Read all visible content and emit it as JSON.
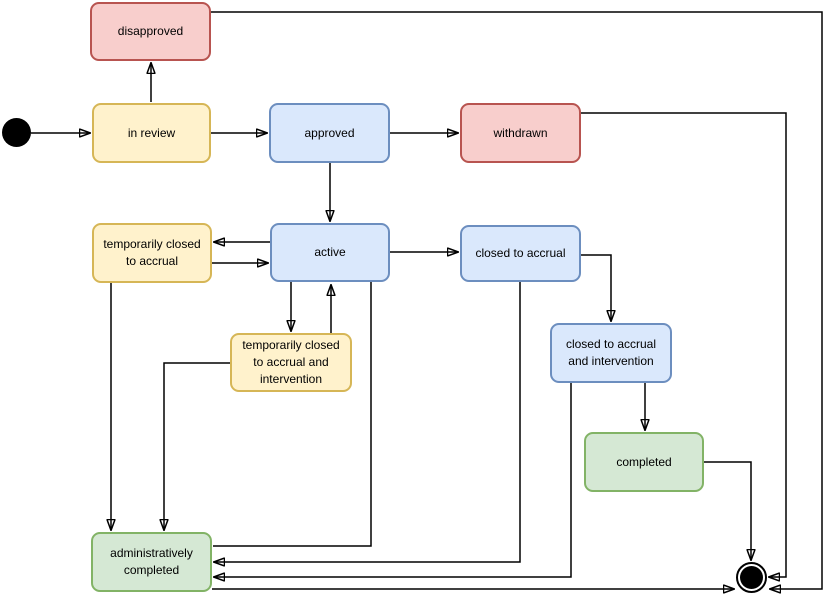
{
  "diagram": {
    "type": "uml-state-machine",
    "palette": {
      "red": {
        "fill": "#f8cecc",
        "stroke": "#b85450"
      },
      "yellow": {
        "fill": "#fff2cc",
        "stroke": "#d6b656"
      },
      "blue": {
        "fill": "#dae8fc",
        "stroke": "#6c8ebf"
      },
      "green": {
        "fill": "#d5e8d4",
        "stroke": "#82b366"
      },
      "line": "#000000",
      "text": "#000000",
      "background": "#ffffff"
    },
    "states": {
      "disapproved": {
        "label": "disapproved",
        "color": "red"
      },
      "in_review": {
        "label": "in review",
        "color": "yellow"
      },
      "approved": {
        "label": "approved",
        "color": "blue"
      },
      "withdrawn": {
        "label": "withdrawn",
        "color": "red"
      },
      "temp_closed_accrual": {
        "label": "temporarily closed to accrual",
        "color": "yellow"
      },
      "active": {
        "label": "active",
        "color": "blue"
      },
      "closed_accrual": {
        "label": "closed to accrual",
        "color": "blue"
      },
      "temp_closed_accrual_int": {
        "label": "temporarily closed to accrual and intervention",
        "color": "yellow"
      },
      "closed_accrual_int": {
        "label": "closed to accrual and intervention",
        "color": "blue"
      },
      "completed": {
        "label": "completed",
        "color": "green"
      },
      "admin_completed": {
        "label": "administratively completed",
        "color": "green"
      },
      "initial": {
        "label": "",
        "kind": "initial-pseudostate"
      },
      "final": {
        "label": "",
        "kind": "final-state"
      }
    },
    "transitions": [
      {
        "from": "initial",
        "to": "in review"
      },
      {
        "from": "in review",
        "to": "disapproved"
      },
      {
        "from": "in review",
        "to": "approved"
      },
      {
        "from": "approved",
        "to": "withdrawn"
      },
      {
        "from": "approved",
        "to": "active"
      },
      {
        "from": "disapproved",
        "to": "final"
      },
      {
        "from": "withdrawn",
        "to": "final"
      },
      {
        "from": "active",
        "to": "temporarily closed to accrual"
      },
      {
        "from": "temporarily closed to accrual",
        "to": "active"
      },
      {
        "from": "active",
        "to": "closed to accrual"
      },
      {
        "from": "active",
        "to": "temporarily closed to accrual and intervention"
      },
      {
        "from": "temporarily closed to accrual and intervention",
        "to": "active"
      },
      {
        "from": "active",
        "to": "administratively completed"
      },
      {
        "from": "closed to accrual",
        "to": "closed to accrual and intervention"
      },
      {
        "from": "closed to accrual",
        "to": "administratively completed"
      },
      {
        "from": "closed to accrual and intervention",
        "to": "completed"
      },
      {
        "from": "closed to accrual and intervention",
        "to": "administratively completed"
      },
      {
        "from": "temporarily closed to accrual",
        "to": "administratively completed"
      },
      {
        "from": "temporarily closed to accrual and intervention",
        "to": "administratively completed"
      },
      {
        "from": "completed",
        "to": "final"
      },
      {
        "from": "administratively completed",
        "to": "final"
      }
    ]
  }
}
